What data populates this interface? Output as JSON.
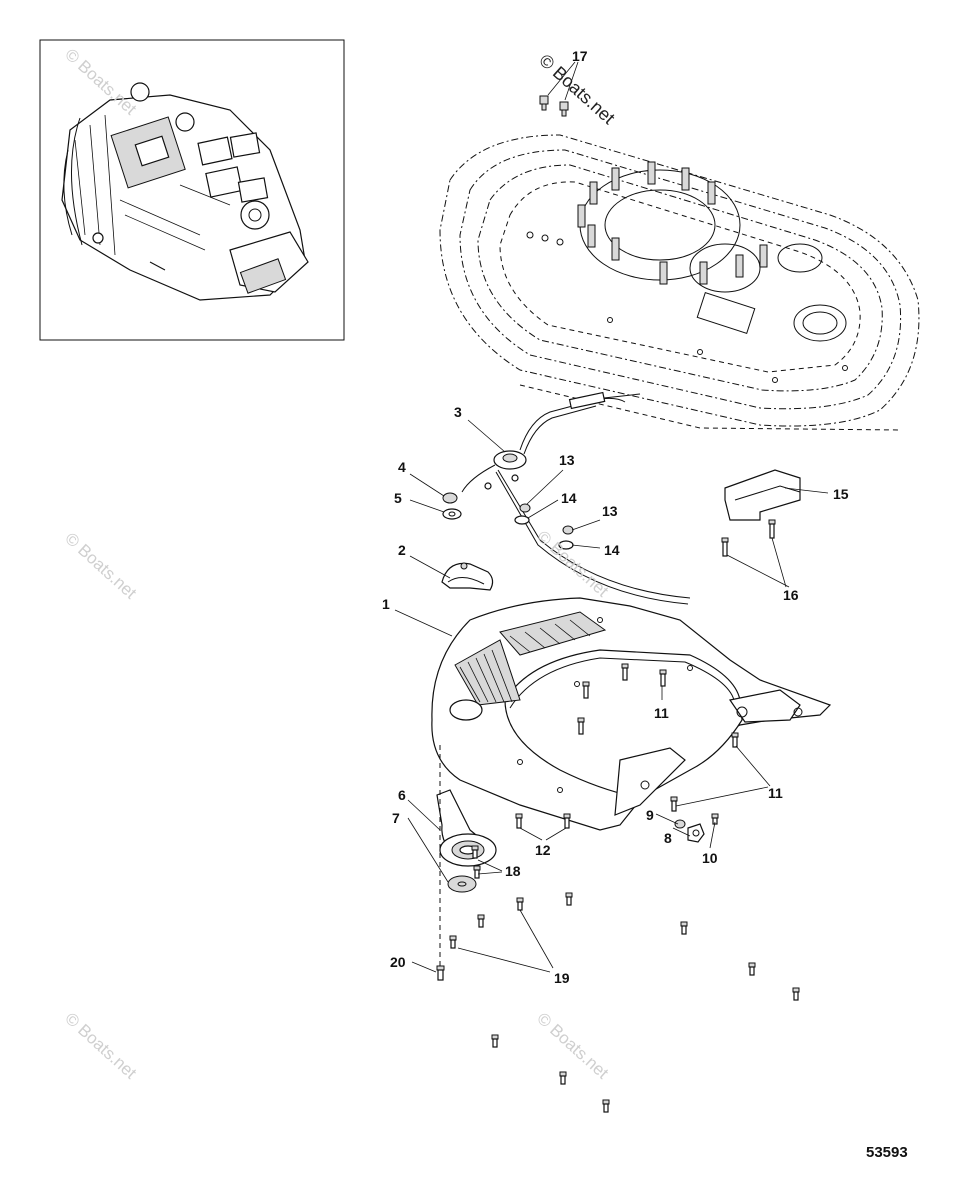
{
  "figure_number": "53593",
  "watermark": {
    "primary": "© Boats.net",
    "faint": "© Boats.net"
  },
  "callouts": {
    "c1": "1",
    "c2": "2",
    "c3": "3",
    "c4": "4",
    "c5": "5",
    "c6": "6",
    "c7": "7",
    "c8": "8",
    "c9": "9",
    "c10": "10",
    "c11a": "11",
    "c11b": "11",
    "c12": "12",
    "c13a": "13",
    "c13b": "13",
    "c14a": "14",
    "c14b": "14",
    "c15": "15",
    "c16": "16",
    "c17": "17",
    "c18": "18",
    "c19": "19",
    "c20": "20"
  },
  "colors": {
    "line": "#111111",
    "watermark": "#cfcfcf",
    "background": "#ffffff"
  }
}
